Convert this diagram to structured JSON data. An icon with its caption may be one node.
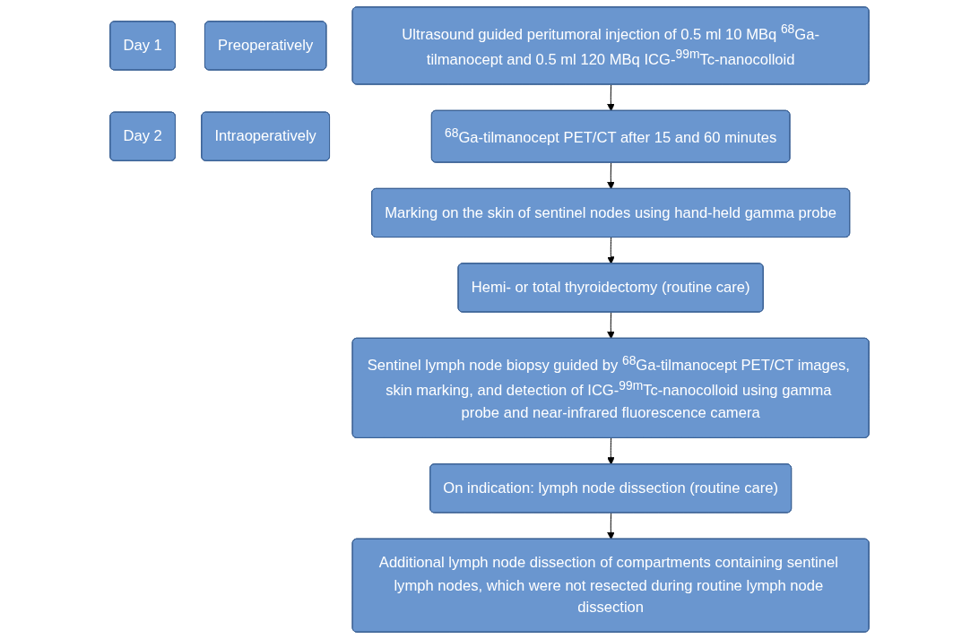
{
  "diagram": {
    "nodes": [
      {
        "text": [
          "Day 1"
        ]
      },
      {
        "text": [
          "Day 2"
        ]
      },
      {
        "text": [
          "Preoperatively"
        ]
      },
      {
        "text": [
          "Intraoperatively"
        ]
      },
      {
        "text": [
          "Ultrasound guided peritumoral injection of 0.5 ml 10 MBq $^{68}$Ga-tilmanocept and 0.5 ml 120 MBq ICG-$^{99m}$Tc-nanocolloid"
        ]
      },
      {
        "text": [
          "$^{68}$Ga-tilmanocept PET/CT after 15 and 60 minutes"
        ]
      },
      {
        "text": [
          "Marking on the skin of sentinel nodes using hand-held gamma probe"
        ]
      },
      {
        "text": [
          "Hemi- or total thyroidectomy (routine care)"
        ]
      },
      {
        "text": [
          "Sentinel lymph node biopsy guided by $^{68}$Ga-tilmanocept PET/CT images, skin marking, and detection of ICG-$^{99m}$Tc-nanocolloid using gamma probe and near-infrared fluorescence camera"
        ]
      },
      {
        "text": [
          "On indication: lymph node dissection (routine care)"
        ]
      },
      {
        "text": [
          "Additional lymph node dissection of compartments containing sentinel lymph nodes, which were not resected during routine lymph node dissection"
        ]
      }
    ],
    "edges": [
      {
        "from": 4,
        "to": 5,
        "arrow": "to"
      },
      {
        "from": 5,
        "to": 6,
        "arrow": "to"
      },
      {
        "from": 6,
        "to": 7,
        "arrow": "to"
      },
      {
        "from": 7,
        "to": 8,
        "arrow": "to"
      },
      {
        "from": 8,
        "to": 9,
        "arrow": "to"
      },
      {
        "from": 9,
        "to": 10,
        "arrow": "to"
      }
    ]
  }
}
